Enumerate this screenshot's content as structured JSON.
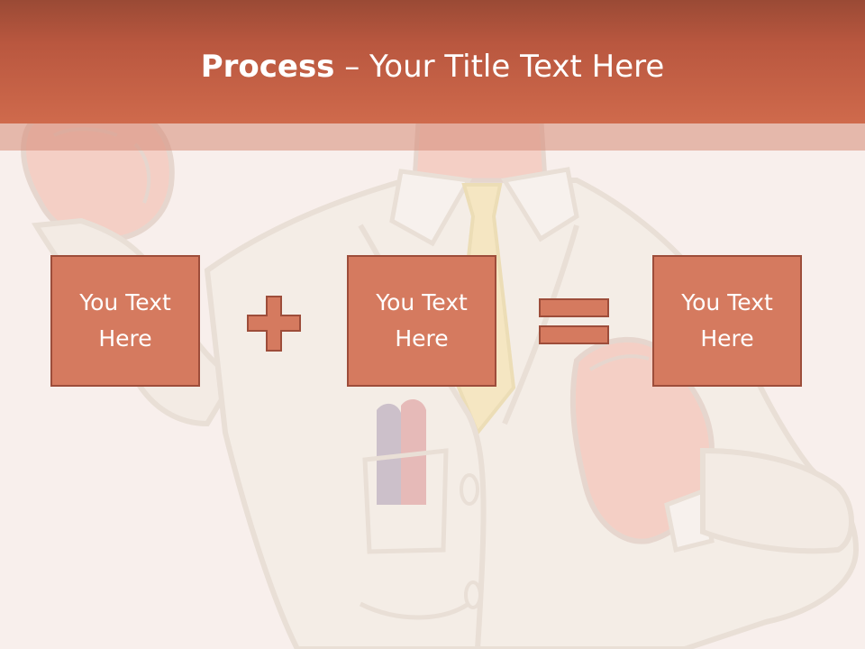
{
  "slide": {
    "title_bold": "Process",
    "title_rest": " – Your Title Text Here"
  },
  "boxes": [
    {
      "line1": "You Text",
      "line2": "Here"
    },
    {
      "line1": "You Text",
      "line2": "Here"
    },
    {
      "line1": "You Text",
      "line2": "Here"
    }
  ],
  "operators": [
    "plus-icon",
    "equals-icon"
  ],
  "colors": {
    "header": "#c4603f",
    "box_fill": "#d57a5f",
    "box_border": "#9d4d3a",
    "background": "#f8efec"
  }
}
